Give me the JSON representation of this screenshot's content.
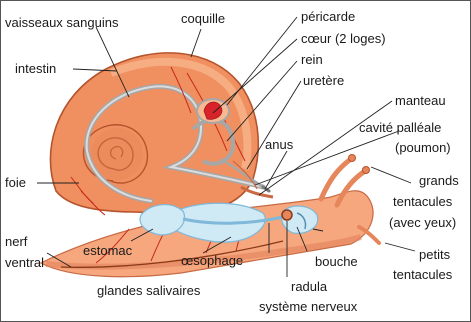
{
  "title": "",
  "colors": {
    "body": "#f6a77e",
    "body_dark": "#e27f59",
    "shell": "#f08f5f",
    "shell_light": "#f8b990",
    "shell_stroke": "#b5542c",
    "digestive": "#cfe9f5",
    "digestive_stroke": "#7fb8d8",
    "vessels": "#c9281c",
    "nerve": "#8a3a18",
    "organ_gray": "#a7a7a7",
    "heart": "#d8232a",
    "leader_line": "#222222"
  },
  "labels": {
    "vaisseaux": "vaisseaux sanguins",
    "coquille": "coquille",
    "pericarde": "péricarde",
    "coeur": "cœur (2 loges)",
    "intestin": "intestin",
    "rein": "rein",
    "uretere": "uretère",
    "manteau": "manteau",
    "cavite_l1": "cavité palléale",
    "cavite_l2": "(poumon)",
    "anus": "anus",
    "foie": "foie",
    "grands_l1": "grands",
    "grands_l2": "tentacules",
    "grands_l3": "(avec yeux)",
    "nerf_l1": "nerf",
    "nerf_l2": "ventral",
    "estomac": "estomac",
    "oesophage": "œsophage",
    "bouche": "bouche",
    "petits_l1": "petits",
    "petits_l2": "tentacules",
    "glandes": "glandes salivaires",
    "radula": "radula",
    "systeme": "système nerveux"
  }
}
